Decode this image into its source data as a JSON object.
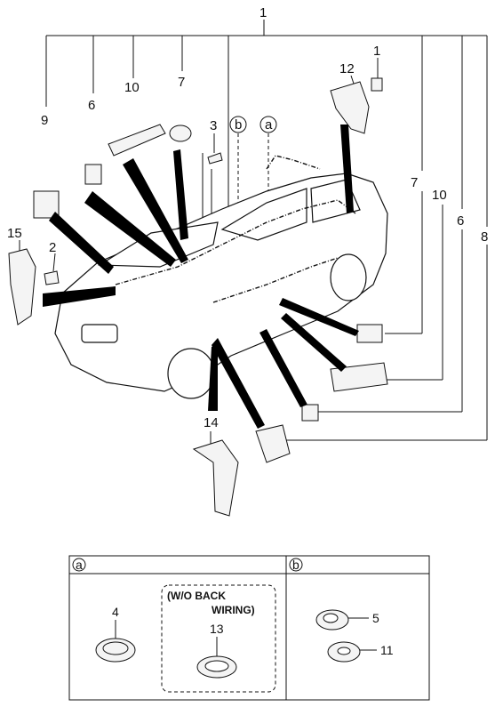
{
  "callouts": {
    "c1": "1",
    "c1b": "1",
    "c2": "2",
    "c3": "3",
    "c6a": "6",
    "c6b": "6",
    "c7a": "7",
    "c7b": "7",
    "c8": "8",
    "c9": "9",
    "c10a": "10",
    "c10b": "10",
    "c12": "12",
    "c14": "14",
    "c15": "15",
    "ca": "a",
    "cb": "b"
  },
  "table": {
    "header_a": "a",
    "header_b": "b",
    "note_line1": "(W/O BACK",
    "note_line2": "WIRING)",
    "part_4": "4",
    "part_13": "13",
    "part_5": "5",
    "part_11": "11"
  }
}
